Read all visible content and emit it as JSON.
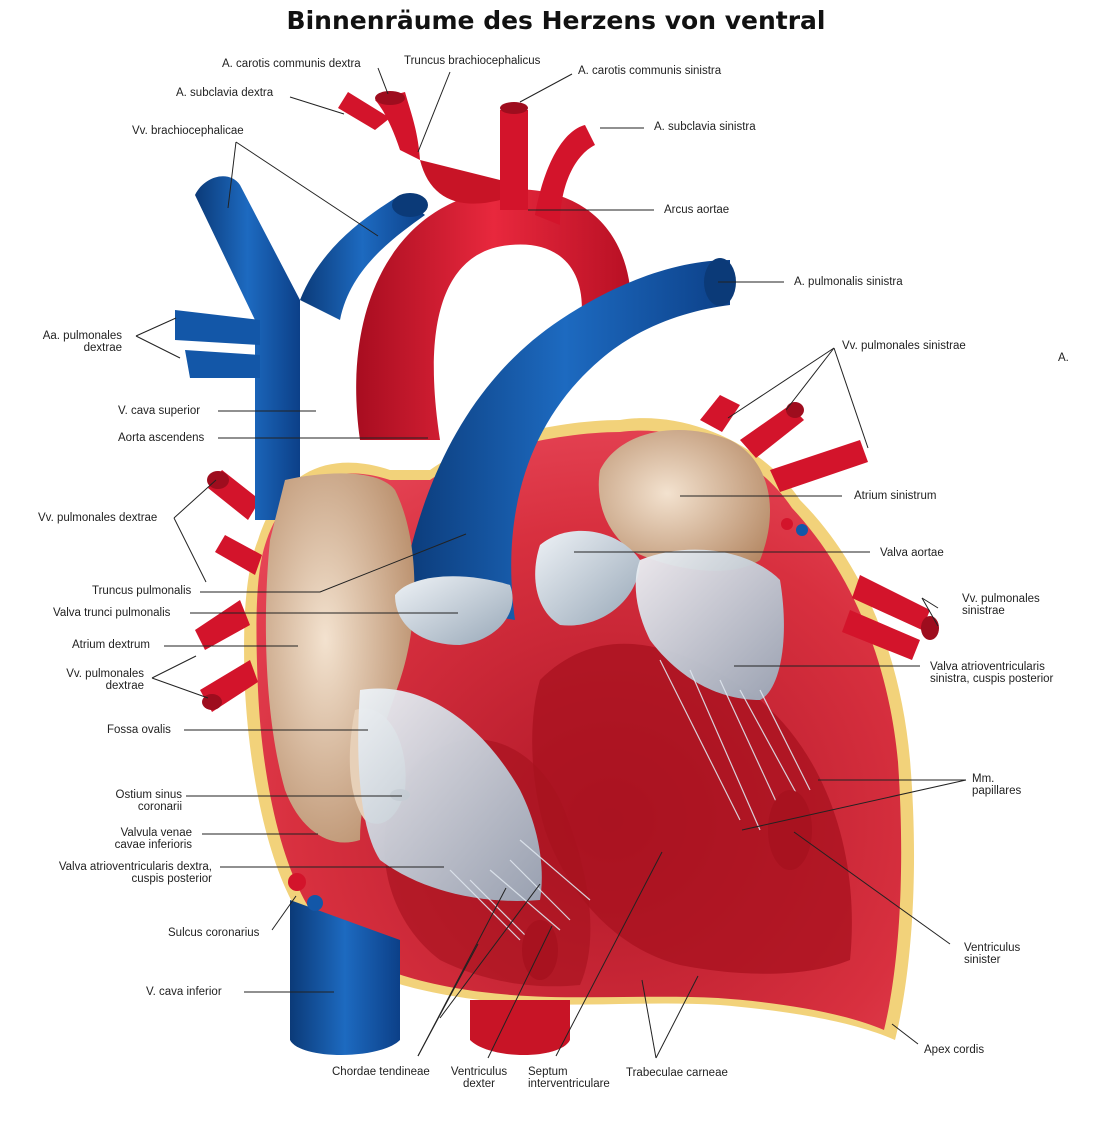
{
  "title": "Binnenräume des Herzens von ventral",
  "labels": {
    "a_carotis_dextra": "A. carotis communis dextra",
    "truncus_brachiocephalicus": "Truncus brachiocephalicus",
    "a_carotis_sinistra": "A. carotis communis sinistra",
    "a_subclavia_dextra": "A. subclavia dextra",
    "a_subclavia_sinistra": "A. subclavia sinistra",
    "vv_brachiocephalicae": "Vv. brachiocephalicae",
    "arcus_aortae": "Arcus aortae",
    "a_pulmonalis_sinistra": "A. pulmonalis sinistra",
    "aa_pulmonales_dextrae_1": "Aa. pulmonales",
    "aa_pulmonales_dextrae_2": "dextrae",
    "vv_pulmonales_sinistrae_top": "Vv. pulmonales sinistrae",
    "edge_a": "A.",
    "v_cava_superior": "V. cava superior",
    "aorta_ascendens": "Aorta ascendens",
    "atrium_sinistrum": "Atrium sinistrum",
    "vv_pulmonales_dextrae_top": "Vv. pulmonales dextrae",
    "valva_aortae": "Valva aortae",
    "truncus_pulmonalis": "Truncus pulmonalis",
    "vv_pulmonales_sinistrae_mid_1": "Vv. pulmonales",
    "vv_pulmonales_sinistrae_mid_2": "sinistrae",
    "valva_trunci_pulmonalis": "Valva trunci pulmonalis",
    "atrium_dextrum": "Atrium dextrum",
    "valva_av_sinistra_1": "Valva atrioventricularis",
    "valva_av_sinistra_2": "sinistra, cuspis posterior",
    "vv_pulmonales_dextrae_low_1": "Vv. pulmonales",
    "vv_pulmonales_dextrae_low_2": "dextrae",
    "fossa_ovalis": "Fossa ovalis",
    "mm_papillares_1": "Mm.",
    "mm_papillares_2": "papillares",
    "ostium_sinus_1": "Ostium sinus",
    "ostium_sinus_2": "coronarii",
    "valvula_venae_1": "Valvula venae",
    "valvula_venae_2": "cavae inferioris",
    "valva_av_dextra_1": "Valva atrioventricularis dextra,",
    "valva_av_dextra_2": "cuspis posterior",
    "ventriculus_sinister_1": "Ventriculus",
    "ventriculus_sinister_2": "sinister",
    "sulcus_coronarius": "Sulcus coronarius",
    "v_cava_inferior": "V. cava inferior",
    "apex_cordis": "Apex cordis",
    "chordae_tendineae": "Chordae tendineae",
    "ventriculus_dexter_1": "Ventriculus",
    "ventriculus_dexter_2": "dexter",
    "septum_1": "Septum",
    "septum_2": "interventriculare",
    "trabeculae_carneae": "Trabeculae carneae"
  },
  "colors": {
    "artery": "#d3142b",
    "artery_dark": "#9e0d1e",
    "vein": "#1357a8",
    "vein_dark": "#0b3a78",
    "myocardium": "#d62a3a",
    "chamber_wall": "#c9a98c",
    "valve": "#c8d2dc",
    "fat": "#f2d27a",
    "leader": "#222222"
  }
}
